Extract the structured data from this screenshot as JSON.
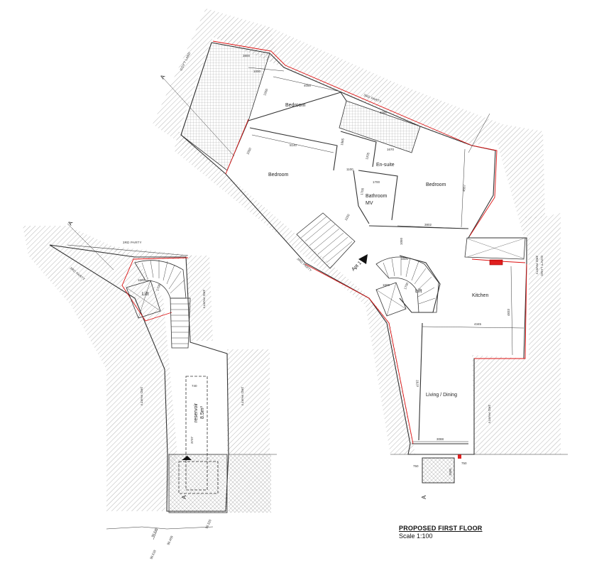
{
  "title_block": {
    "title": "PROPOSED FIRST FLOOR",
    "scale": "Scale 1:100"
  },
  "rooms": {
    "bedroom_1": "Bedroom",
    "bedroom_2": "Bedroom",
    "bedroom_3": "Bedroom",
    "en_suite": "En-suite",
    "bathroom": "Bathroom",
    "bathroom_code": "MV",
    "kitchen": "Kitchen",
    "living_dining": "Living / Dining",
    "apartment": "Apt 1",
    "lift_right": "Lift",
    "lift_left": "Lift",
    "reservoir": "reservoir",
    "reservoir_volume": "8.5m³"
  },
  "third_party_labels": {
    "top": "3RD PARTY",
    "diag": "3RD PARTY",
    "right": "3RD PARTY",
    "lower_right": "3RD PARTY",
    "left_top": "3RD PARTY",
    "left_diag": "3RD PARTY",
    "left_right": "3RD PARTY",
    "left_lower_left": "3RD PARTY",
    "left_lower_right": "3RD PARTY"
  },
  "gov_labels": {
    "top_left": "GOV'T LAND",
    "right": "GOV'T LAND"
  },
  "dimensions": {
    "d3800": "3800",
    "d1000": "1000",
    "d1050": "1050",
    "d4050": "4050",
    "d4000": "4000",
    "d1865": "1865",
    "d5140": "5140",
    "d1100": "1100",
    "d1050b": "1050",
    "d1150": "1150",
    "d1670": "1670",
    "d1205": "1205",
    "d1700": "1700",
    "d4567": "4567",
    "d3802": "3802",
    "d1050c": "1050",
    "d1500": "1500",
    "d1600": "1600",
    "d1700b": "1700",
    "d4345": "4345",
    "d4833": "4833",
    "d4792": "4792",
    "d3088": "3088",
    "d750a": "750",
    "d750b": "750",
    "d1500b": "1500",
    "d1600b": "1600",
    "d1700c": "1700",
    "d740": "740",
    "d3737": "3737"
  },
  "levels": {
    "l1": "98.648",
    "l2": "98.469",
    "l3": "98.518",
    "l4": "98.320"
  },
  "section_markers": {
    "a_top_right": "A",
    "a_bottom_right": "A",
    "a_top_left": "A",
    "a_bottom_left": "A"
  },
  "colors": {
    "boundary_red": "#d11111",
    "hatch": "#9a9a9a",
    "wall": "#333333",
    "highlight": "#e02020"
  }
}
